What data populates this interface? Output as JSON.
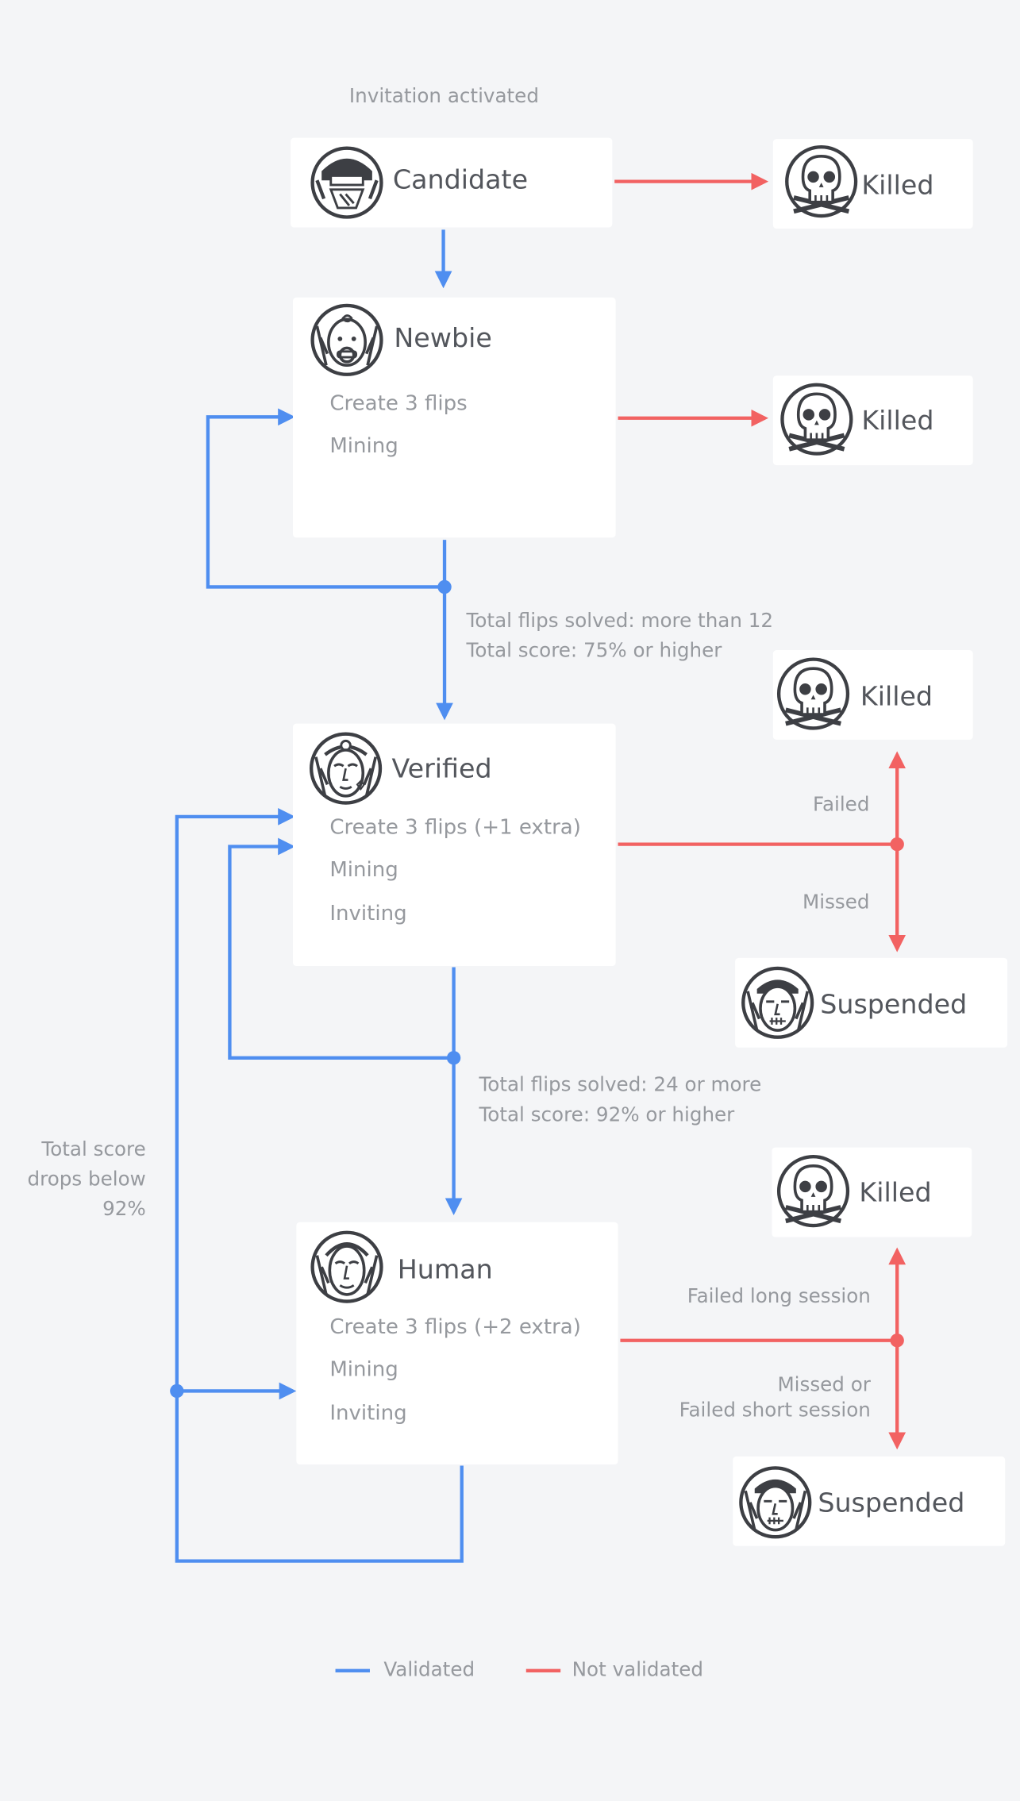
{
  "start_label": "Invitation activated",
  "colors": {
    "validated": "#4f8ef0",
    "not_validated": "#f26262",
    "node_bg": "#ffffff",
    "page_bg": "#f4f5f7"
  },
  "states": {
    "candidate": {
      "title": "Candidate",
      "icon": "candidate-icon"
    },
    "newbie": {
      "title": "Newbie",
      "icon": "baby-icon",
      "items": [
        "Create 3 flips",
        "Mining"
      ]
    },
    "verified": {
      "title": "Verified",
      "icon": "verified-face-icon",
      "items": [
        "Create 3 flips (+1 extra)",
        "Mining",
        "Inviting"
      ]
    },
    "human": {
      "title": "Human",
      "icon": "human-face-icon",
      "items": [
        "Create 3 flips (+2 extra)",
        "Mining",
        "Inviting"
      ]
    }
  },
  "outcomes": {
    "killed": "Killed",
    "suspended": "Suspended"
  },
  "transitions": {
    "newbie_to_verified": [
      "Total flips solved: more than 12",
      "Total score: 75% or higher"
    ],
    "verified_to_human": [
      "Total flips solved: 24 or more",
      "Total score: 92% or higher"
    ],
    "human_drop": [
      "Total score",
      "drops below",
      "92%"
    ],
    "verified_failed": "Failed",
    "verified_missed": "Missed",
    "human_failed": "Failed long session",
    "human_missed": [
      "Missed or",
      "Failed short session"
    ]
  },
  "legend": {
    "validated": "Validated",
    "not_validated": "Not validated"
  }
}
